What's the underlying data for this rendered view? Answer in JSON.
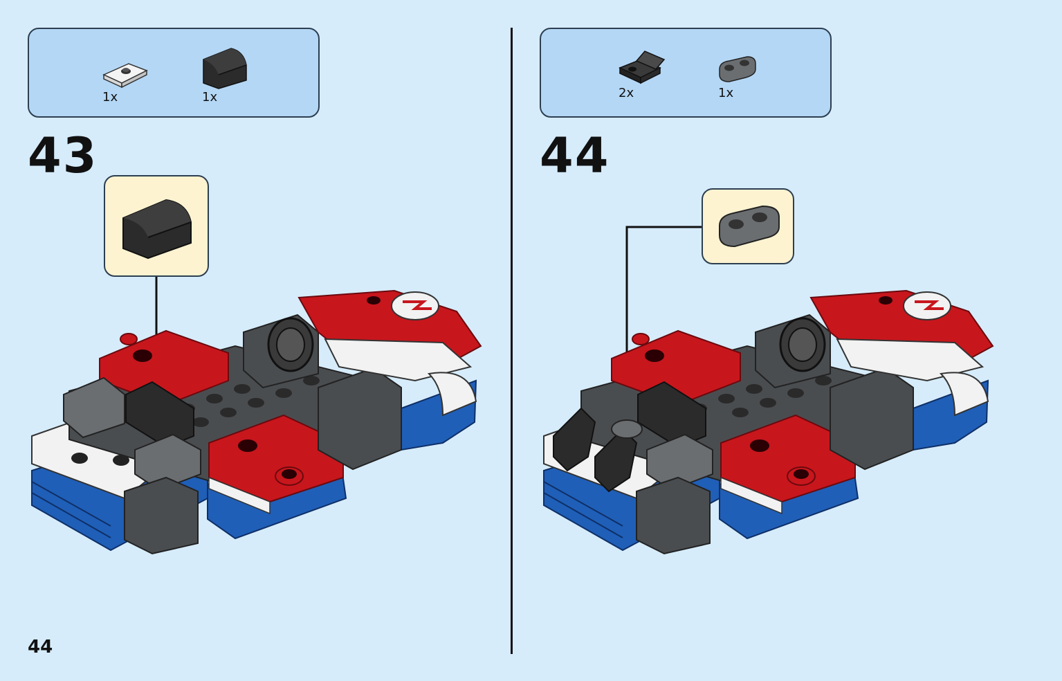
{
  "page": {
    "number": "44"
  },
  "steps": [
    {
      "number": "43",
      "parts": [
        {
          "qty": "1x",
          "icon": "white-plate-1x2-icon"
        },
        {
          "qty": "1x",
          "icon": "black-curved-slope-icon"
        }
      ],
      "callout_icon": "black-curved-slope-icon"
    },
    {
      "number": "44",
      "parts": [
        {
          "qty": "2x",
          "icon": "black-bracket-icon"
        },
        {
          "qty": "1x",
          "icon": "gray-plate-1x2-icon"
        }
      ],
      "callout_icon": "gray-plate-1x2-icon"
    }
  ],
  "colors": {
    "background": "#d6ecfb",
    "parts_box": "#b4d7f5",
    "callout": "#fdf3d1",
    "brick_red": "#c8161d",
    "brick_blue": "#1f5fb8",
    "brick_dark_gray": "#4a4d50",
    "brick_black": "#222222",
    "brick_white": "#f2f2f2"
  }
}
